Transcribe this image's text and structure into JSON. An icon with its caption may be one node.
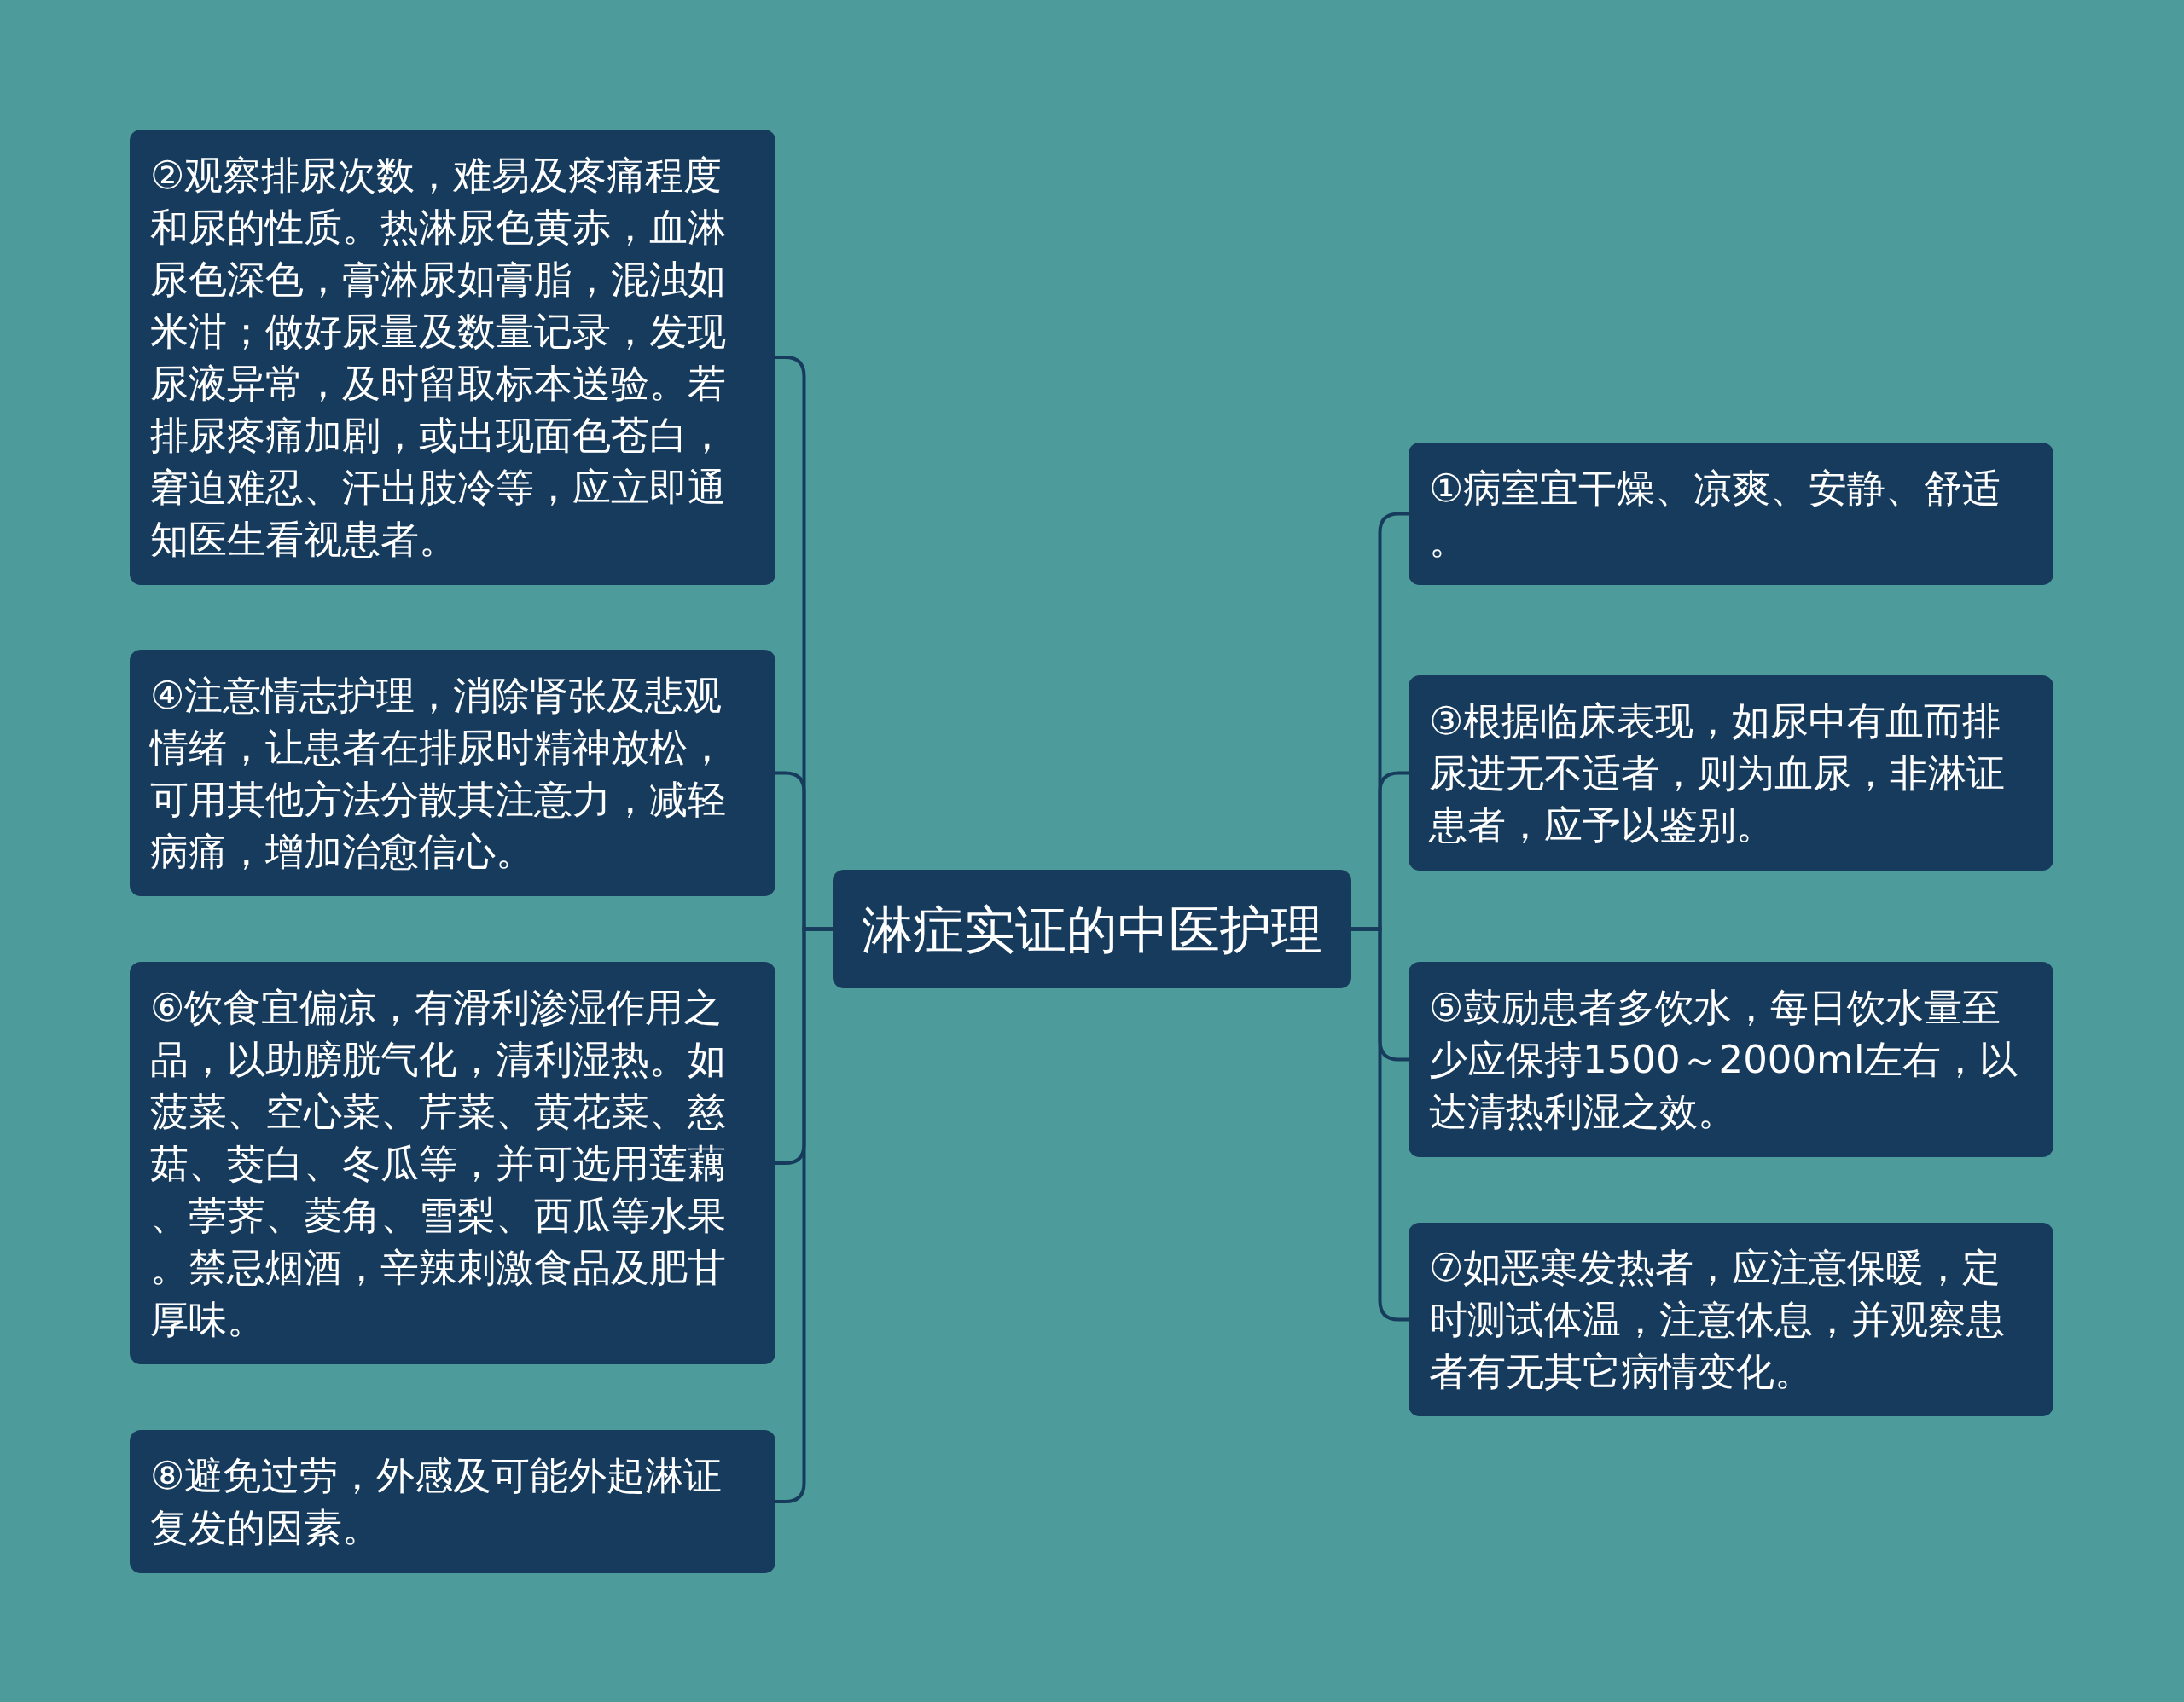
{
  "diagram": {
    "nodes": [
      {
        "text": [
          "淋症实证的中医护理"
        ]
      },
      {
        "text": [
          "①病室宜干燥、凉爽、安静、舒适。"
        ]
      },
      {
        "text": [
          "②观察排尿次数，难易及疼痛程度和尿的性质。热淋尿色黄赤，血淋尿色深色，膏淋尿如膏脂，混浊如米泔；做好尿量及数量记录，发现尿液异常，及时留取标本送验。若排尿疼痛加剧，或出现面色苍白，窘迫难忍、汗出肢冷等，应立即通知医生看视患者。"
        ]
      },
      {
        "text": [
          "③根据临床表现，如尿中有血而排尿进无不适者，则为血尿，非淋证患者，应予以鉴别。"
        ]
      },
      {
        "text": [
          "④注意情志护理，消除肾张及悲观情绪，让患者在排尿时精神放松，可用其他方法分散其注意力，减轻病痛，增加治愈信心。"
        ]
      },
      {
        "text": [
          "⑤鼓励患者多饮水，每日饮水量至少应保持1500～2000ml左右，以达清热利湿之效。"
        ]
      },
      {
        "text": [
          "⑥饮食宜偏凉，有滑利渗湿作用之品，以助膀胱气化，清利湿热。如菠菜、空心菜、芹菜、黄花菜、慈菇、茭白、冬瓜等，并可选用莲藕、荸荠、菱角、雪梨、西瓜等水果。禁忌烟酒，辛辣刺激食品及肥甘厚味。"
        ]
      },
      {
        "text": [
          "⑦如恶寒发热者，应注意保暖，定时测试体温，注意休息，并观察患者有无其它病情变化。"
        ]
      },
      {
        "text": [
          "⑧避免过劳，外感及可能外起淋证复发的因素。"
        ]
      }
    ],
    "edges": [
      {
        "from": 0,
        "to": 1,
        "arrow": "none"
      },
      {
        "from": 0,
        "to": 2,
        "arrow": "none"
      },
      {
        "from": 0,
        "to": 3,
        "arrow": "none"
      },
      {
        "from": 0,
        "to": 4,
        "arrow": "none"
      },
      {
        "from": 0,
        "to": 5,
        "arrow": "none"
      },
      {
        "from": 0,
        "to": 6,
        "arrow": "none"
      },
      {
        "from": 0,
        "to": 7,
        "arrow": "none"
      },
      {
        "from": 0,
        "to": 8,
        "arrow": "none"
      }
    ]
  }
}
